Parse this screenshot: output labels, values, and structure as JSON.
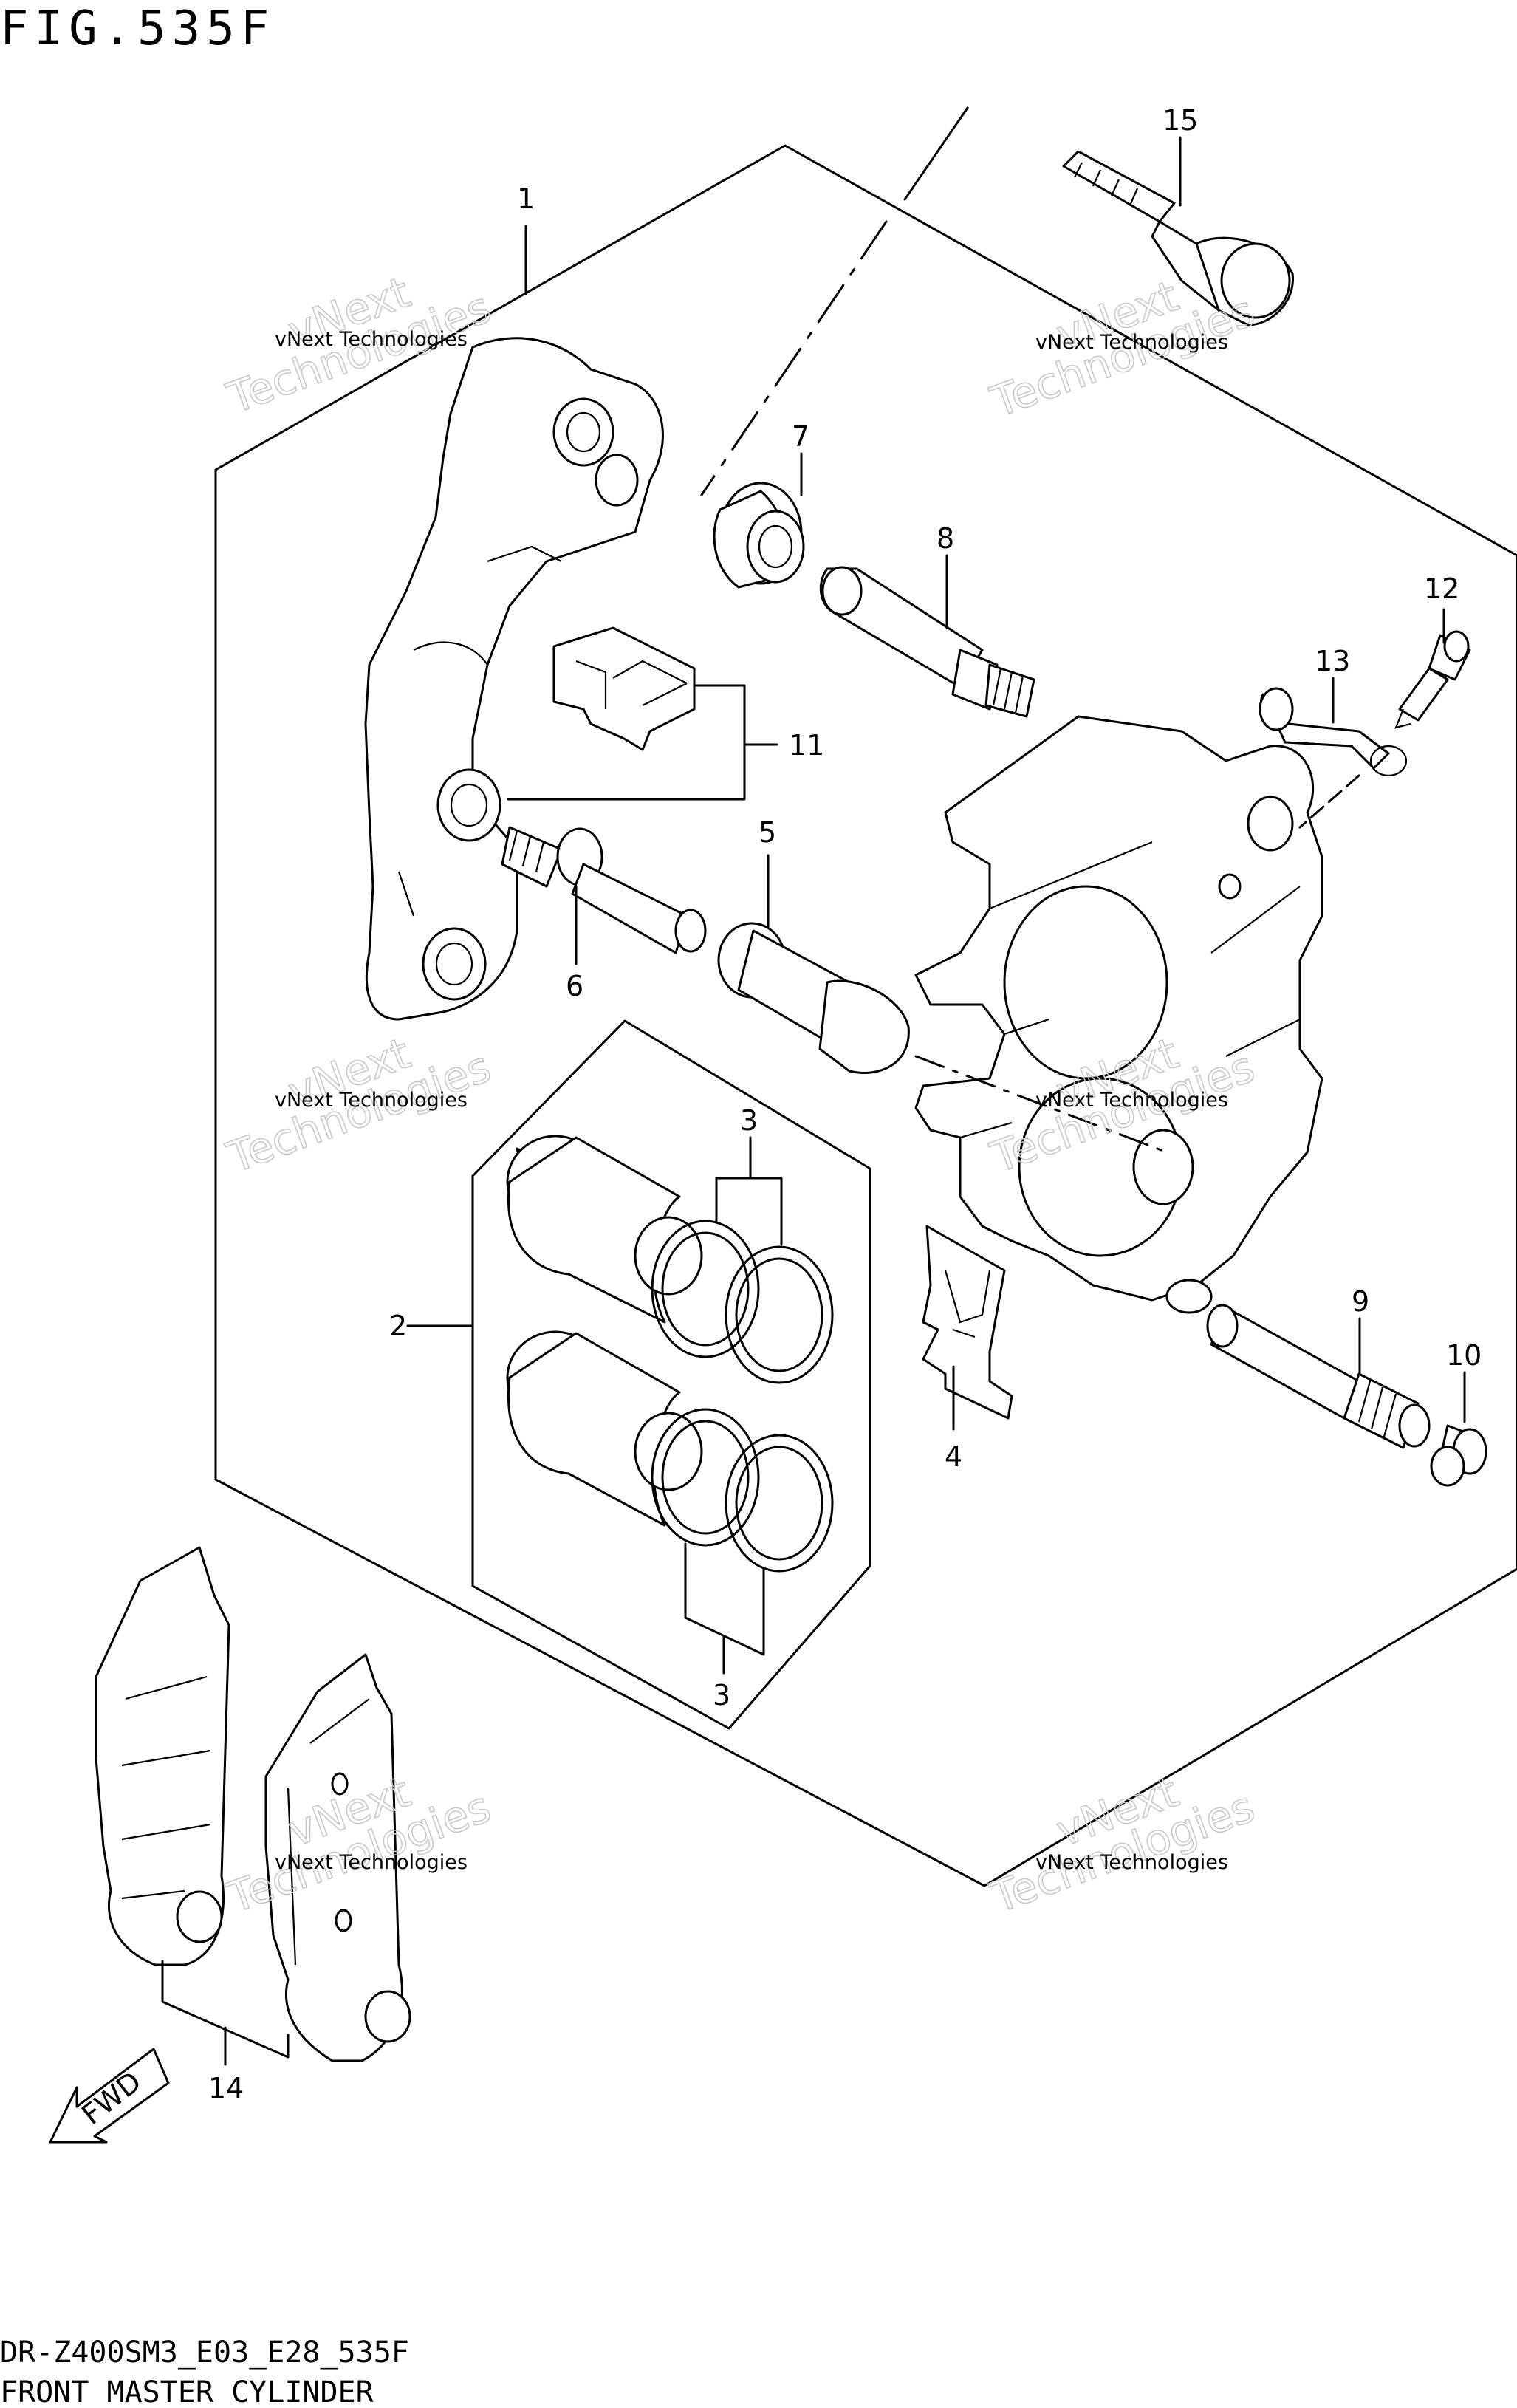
{
  "figure": {
    "title": "FIG.535F",
    "model_code": "DR-Z400SM3_E03_E28_535F",
    "caption": "FRONT MASTER CYLINDER"
  },
  "callouts": {
    "c1": "1",
    "c2": "2",
    "c3a": "3",
    "c3b": "3",
    "c4": "4",
    "c5": "5",
    "c6": "6",
    "c7": "7",
    "c8": "8",
    "c9": "9",
    "c10": "10",
    "c11": "11",
    "c12": "12",
    "c13": "13",
    "c14": "14",
    "c15": "15"
  },
  "direction_arrow": {
    "label": "FWD"
  },
  "watermark": {
    "line1": "vNext Technologies",
    "line2": "vNext\nTechnologies"
  }
}
